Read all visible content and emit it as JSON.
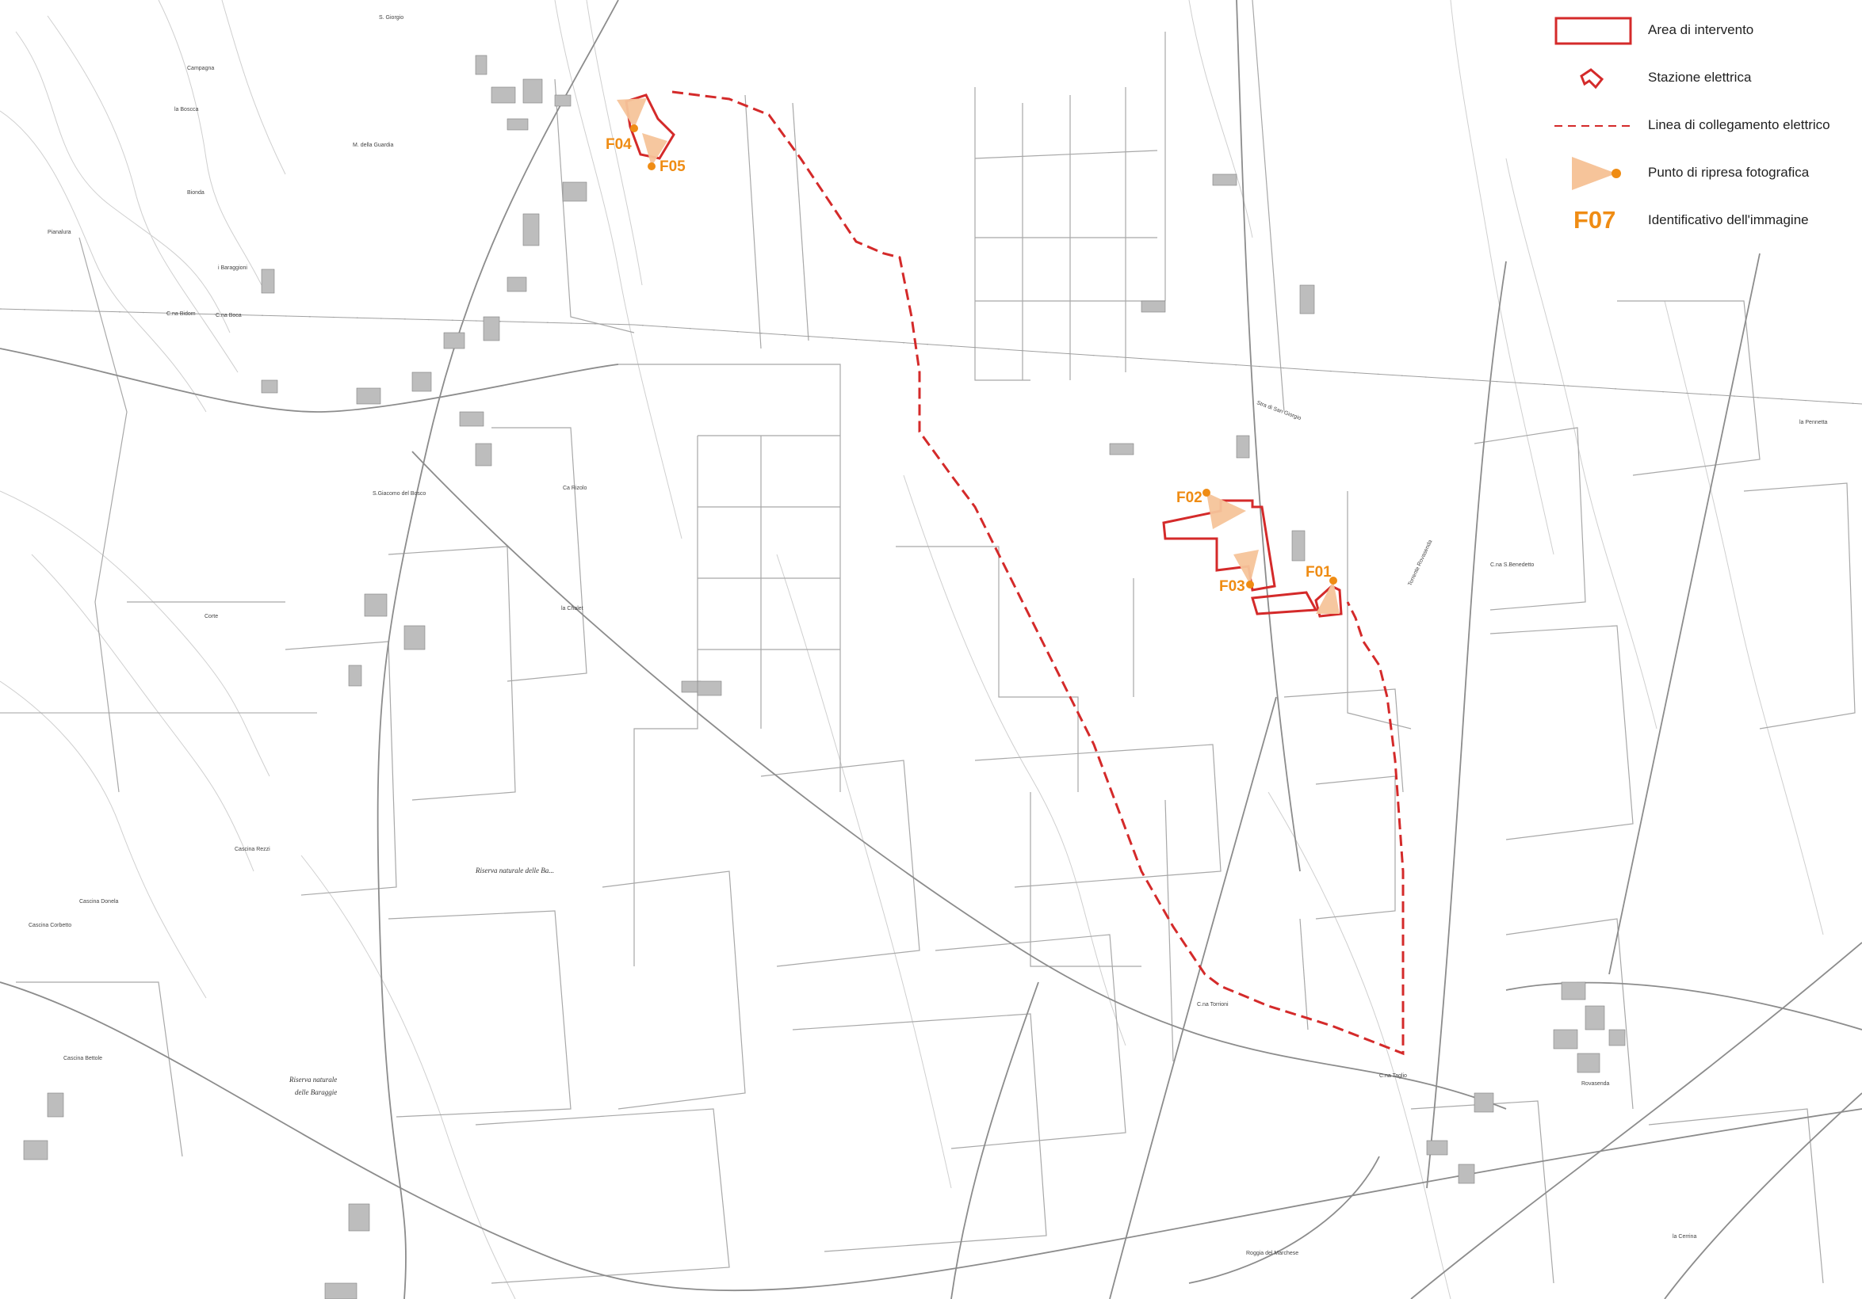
{
  "colors": {
    "intervention": "#d42a2a",
    "photo": "#ef8c14",
    "photo_fill": "#f6c49a",
    "base_lines": "#9a9a9a",
    "base_lines_light": "#c8c8c8"
  },
  "legend": {
    "items": [
      {
        "label": "Area di intervento",
        "symbol": "rect-outline"
      },
      {
        "label": "Stazione elettrica",
        "symbol": "station-polygon"
      },
      {
        "label": "Linea di collegamento elettrico",
        "symbol": "dashed-line"
      },
      {
        "label": "Punto di ripresa fotografica",
        "symbol": "view-cone"
      },
      {
        "label": "Identificativo dell'immagine",
        "symbol": "code",
        "code": "F07"
      }
    ]
  },
  "photo_points": [
    {
      "id": "F01"
    },
    {
      "id": "F02"
    },
    {
      "id": "F03"
    },
    {
      "id": "F04"
    },
    {
      "id": "F05"
    }
  ],
  "places": {
    "campagna": "Campagna",
    "la_bocca": "la Boscca",
    "m_guardia": "M. della Guardia",
    "biondo": "Bionda",
    "pianalura": "Pianalura",
    "i_baraggioni": "i Baraggioni",
    "c_na_boca": "C.na Boca",
    "c_na_bidom": "C.na Bidom",
    "s_giacomo": "S.Giacomo del Bosco",
    "corte": "Corte",
    "ca_chaley": "la Chalet",
    "ca_rizoli": "Ca Rizolo",
    "rovasenda": "Rovasenda",
    "c_na_taglio": "C.na Taglio",
    "c_na_torrioni": "C.na Torrioni",
    "c_na_s_benedetto": "C.na S.Benedetto",
    "la_pennetta": "la Pennetta",
    "cascina_rezzi": "Cascina Rezzi",
    "cascina_donela": "Cascina Donela",
    "cascina_bettole": "Cascina Bettole",
    "cascina_corbetto": "Cascina Corbetto",
    "s_giorgio": "S. Giorgio",
    "la_cerrina": "la Cerrina",
    "riserva_1": "Riserva naturale delle Ba...",
    "riserva_2": "Riserva naturale",
    "riserva_3": "delle Baraggie",
    "roggia_marchese": "Roggia del Marchese",
    "torrente_rovasenda": "Torrente Rovasenda",
    "strada_s_giorgio": "Stra di San Giorgio"
  }
}
